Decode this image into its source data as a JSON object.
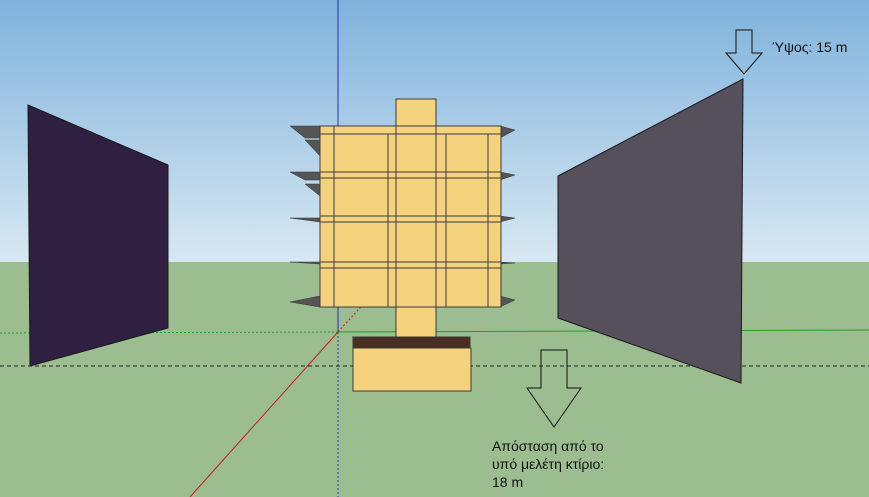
{
  "annotations": {
    "height_text": "Ύψος: 15 m",
    "distance_line1": "Απόσταση από το",
    "distance_line2": "υπό μελέτη κτίριο:",
    "distance_line3": "18 m"
  },
  "colors": {
    "sky_top": "#7fb2dc",
    "sky_bottom": "#d8e8f2",
    "ground": "#9bbd8f",
    "building": "#f4d27e",
    "building_edge": "#3b3b3b",
    "slab": "#555555",
    "left_panel": "#2f1f40",
    "right_panel": "#55505c",
    "axis_blue": "#2a2ad0",
    "axis_green": "#1fa11f",
    "axis_red": "#c02020"
  },
  "icons": {
    "height_arrow": "down-arrow-outline",
    "distance_arrow": "down-arrow-outline"
  }
}
